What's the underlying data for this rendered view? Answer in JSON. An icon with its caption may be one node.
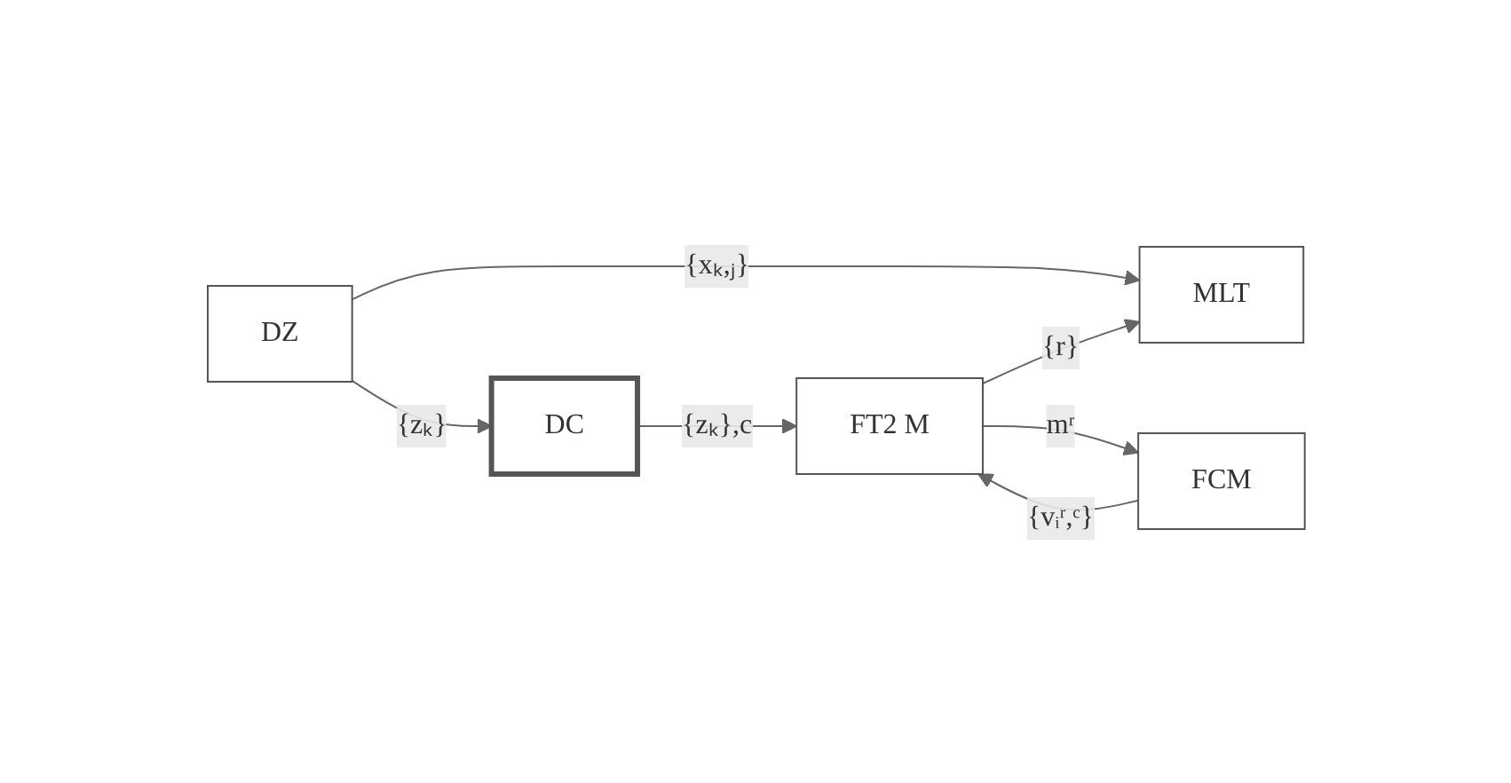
{
  "diagram": {
    "nodes": [
      {
        "text": [
          "DZ"
        ]
      },
      {
        "text": [
          "DC"
        ]
      },
      {
        "text": [
          "MLT"
        ]
      },
      {
        "text": [
          "FT2 M"
        ]
      },
      {
        "text": [
          "FCM"
        ]
      }
    ],
    "edges": [
      {
        "from": 0,
        "to": 1,
        "arrow": "to",
        "label": "{zₖ}"
      },
      {
        "from": 1,
        "to": 3,
        "arrow": "to",
        "label": "{zₖ},c"
      },
      {
        "from": 0,
        "to": 2,
        "arrow": "to",
        "label": "{xₖ,ⱼ}"
      },
      {
        "from": 3,
        "to": 2,
        "arrow": "to",
        "label": "{r}"
      },
      {
        "from": 3,
        "to": 4,
        "arrow": "to",
        "label": "mʳ"
      },
      {
        "from": 4,
        "to": 3,
        "arrow": "to",
        "label": "{vᵢʳ,ᶜ}"
      }
    ]
  }
}
